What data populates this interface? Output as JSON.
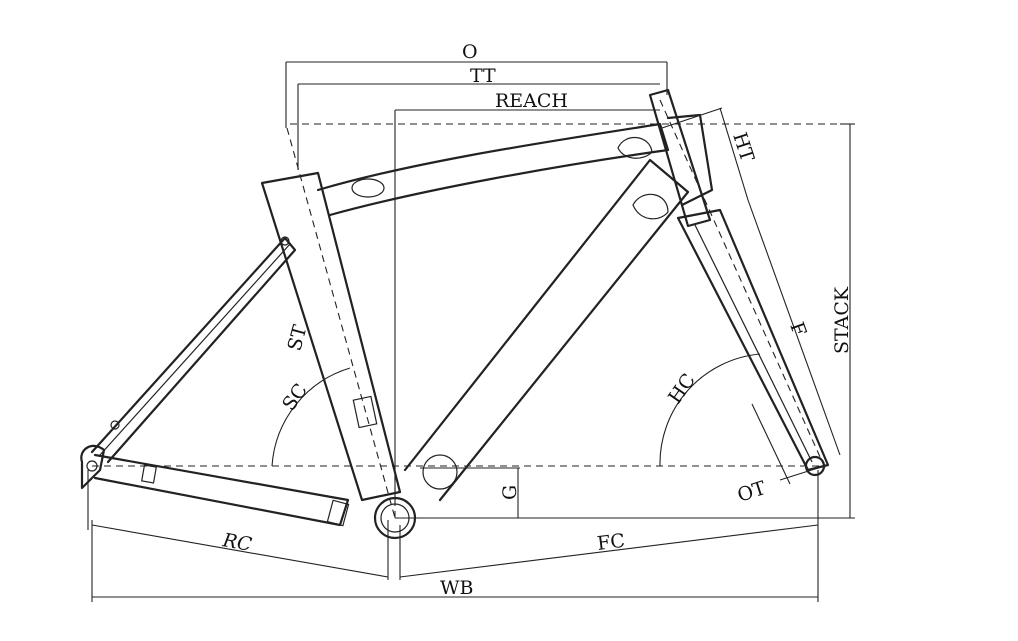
{
  "labels": {
    "o": "O",
    "tt": "TT",
    "reach": "REACH",
    "ht": "HT",
    "stack": "STACK",
    "st": "ST",
    "sc": "SC",
    "hc": "HC",
    "f": "F",
    "ot": "OT",
    "g": "G",
    "rc": "RC",
    "fc": "FC",
    "wb": "WB"
  }
}
